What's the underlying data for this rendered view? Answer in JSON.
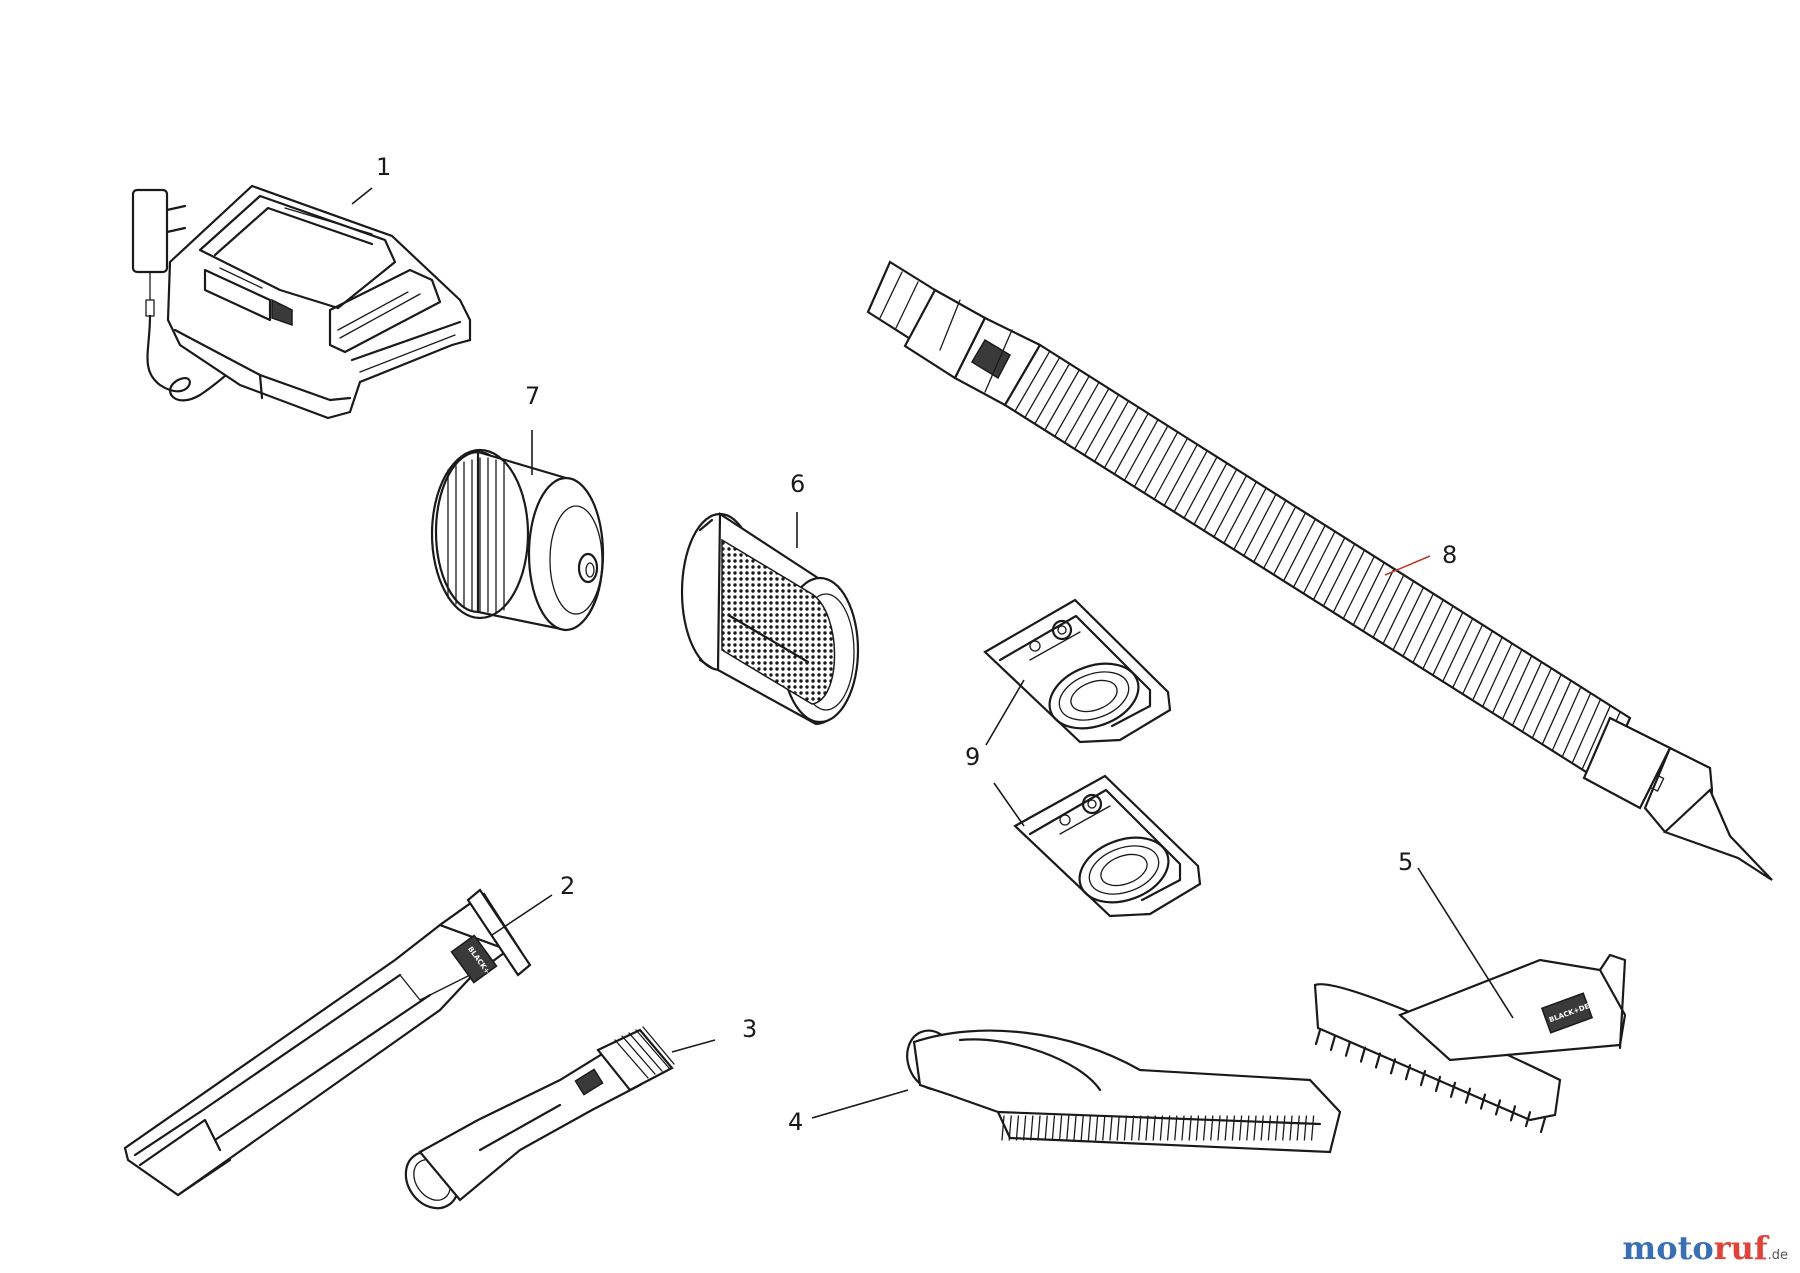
{
  "diagram": {
    "callouts": [
      {
        "id": "1",
        "label": "1"
      },
      {
        "id": "2",
        "label": "2"
      },
      {
        "id": "3",
        "label": "3"
      },
      {
        "id": "4",
        "label": "4"
      },
      {
        "id": "5",
        "label": "5"
      },
      {
        "id": "6",
        "label": "6"
      },
      {
        "id": "7",
        "label": "7"
      },
      {
        "id": "8",
        "label": "8"
      },
      {
        "id": "9",
        "label": "9"
      }
    ],
    "brand_label": "BLACK+DECKER"
  },
  "watermark": {
    "part1": "moto",
    "part2": "ruf",
    "suffix": ".de"
  },
  "colors": {
    "line": "#1a1a1a",
    "watermark_blue": "#3a6fb3",
    "watermark_red": "#e0433a",
    "callout_8_leader": "#c0392b"
  }
}
